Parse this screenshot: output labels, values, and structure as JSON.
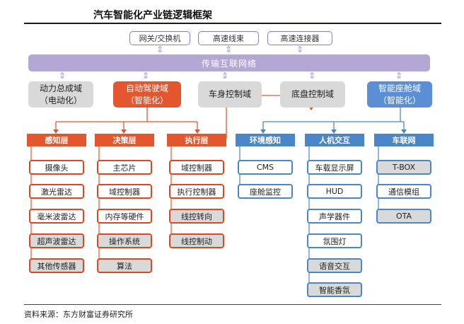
{
  "title": "汽车智能化产业链逻辑框架",
  "top_boxes": [
    "网关/交换机",
    "高速线束",
    "高速连接器"
  ],
  "bus_label": "传输互联网络",
  "domains": [
    {
      "line1": "动力总成域",
      "line2": "（电动化）"
    },
    {
      "line1": "自动驾驶域",
      "line2": "（智能化）"
    },
    {
      "line1": "车身控制域",
      "line2": ""
    },
    {
      "line1": "底盘控制域",
      "line2": ""
    },
    {
      "line1": "智能座舱域",
      "line2": "（智能化）"
    }
  ],
  "columns": [
    {
      "header": "感知层",
      "items": [
        "摄像头",
        "激光雷达",
        "毫米波雷达",
        "超声波雷达",
        "其他传感器"
      ]
    },
    {
      "header": "决策层",
      "items": [
        "主芯片",
        "域控制器",
        "内存等硬件",
        "操作系统",
        "算法"
      ]
    },
    {
      "header": "执行层",
      "items": [
        "域控制器",
        "执行控制器",
        "线控转向",
        "线控制动"
      ]
    },
    {
      "header": "环境感知",
      "items": [
        "CMS",
        "座舱监控"
      ]
    },
    {
      "header": "人机交互",
      "items": [
        "车载显示屏",
        "HUD",
        "声学器件",
        "氛围灯",
        "语音交互",
        "智能香氛"
      ]
    },
    {
      "header": "车联网",
      "items": [
        "T-BOX",
        "通信模组",
        "OTA"
      ]
    }
  ],
  "source": "资料来源：东方财富证券研究所"
}
